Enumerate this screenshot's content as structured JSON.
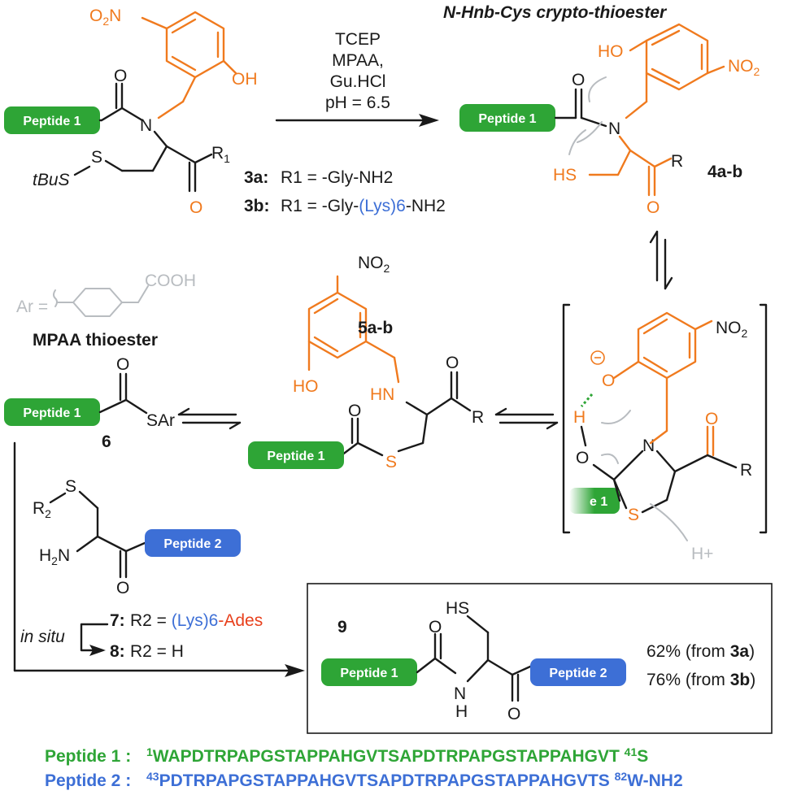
{
  "labels": {
    "title_crypto": "N-Hnb-Cys crypto-thioester",
    "conditions": [
      "TCEP",
      "MPAA,",
      "Gu.HCl",
      "pH = 6.5"
    ],
    "cmpd_4ab": "4a-b",
    "cmpd_5ab": "5a-b",
    "cmpd_6": "6",
    "cmpd_9": "9",
    "r3a_tag": "3a:",
    "r3a_rest": "R1 = -Gly-NH2",
    "r3b_tag": "3b:",
    "r3b_a": "R1 = -Gly-",
    "r3b_lys": "(Lys)6",
    "r3b_b": "-NH2",
    "ar_eq": "Ar =",
    "cooh": "COOH",
    "mpaa": "MPAA thioester",
    "sar": "SAr",
    "tbus": "tBuS",
    "r7_tag": "7:",
    "r7_a": "R2 =",
    "r7_lys": "(Lys)6",
    "r7_ades": "-Ades",
    "r8_tag": "8:",
    "r8_rest": "R2 = H",
    "in_situ": "in situ",
    "yield_a": "62% (from 3a)",
    "yield_b": "76% (from 3b)",
    "hplus": "H+"
  },
  "pills": {
    "peptide1": "Peptide 1",
    "peptide2": "Peptide 2",
    "partial": "e 1"
  },
  "sequences": {
    "p1_label": "Peptide 1 :",
    "p1_seq": "1WAPDTRPAPGSTAPPAHGVTSAPDTRPAPGSTAPPAHGVT 41S",
    "p2_label": "Peptide 2 :",
    "p2_seq": "43PDTRPAPGSTAPPAHGVTSAPDTRPAPGSTAPPAHGVTS 82W-NH2"
  },
  "colors": {
    "green": "#2ea536",
    "blue": "#3d6fd6",
    "orange": "#f07a1e",
    "red": "#e8401c",
    "grey": "#b8bcc0"
  }
}
